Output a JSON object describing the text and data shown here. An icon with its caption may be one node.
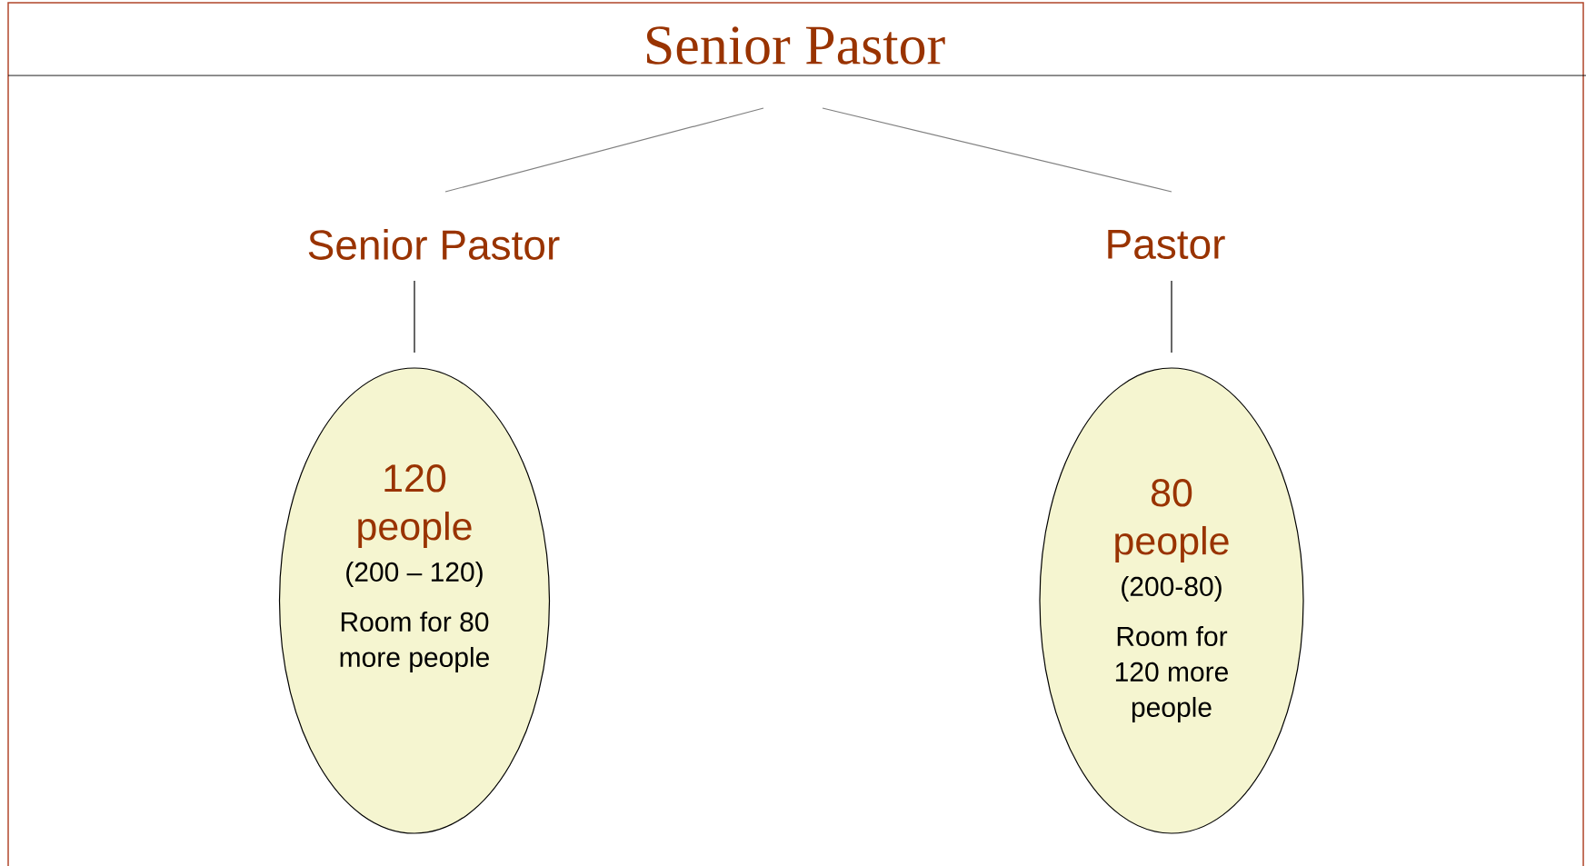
{
  "diagram": {
    "nodes": [
      {
        "text": [
          "Senior Pastor"
        ]
      },
      {
        "text": [
          "Senior Pastor"
        ]
      },
      {
        "text": [
          "Pastor"
        ]
      },
      {
        "text": [
          "120 people",
          "(200 – 120)",
          "Room for 80 more people"
        ]
      },
      {
        "text": [
          "80 people",
          "(200-80)",
          "Room for 120 more people"
        ]
      }
    ],
    "edges": [
      {
        "from": 0,
        "to": 1,
        "arrow": "none",
        "color": "#808080"
      },
      {
        "from": 0,
        "to": 2,
        "arrow": "none",
        "color": "#808080"
      },
      {
        "from": 1,
        "to": 3,
        "arrow": "none",
        "color": "#000000"
      },
      {
        "from": 2,
        "to": 4,
        "arrow": "none",
        "color": "#000000"
      }
    ]
  }
}
